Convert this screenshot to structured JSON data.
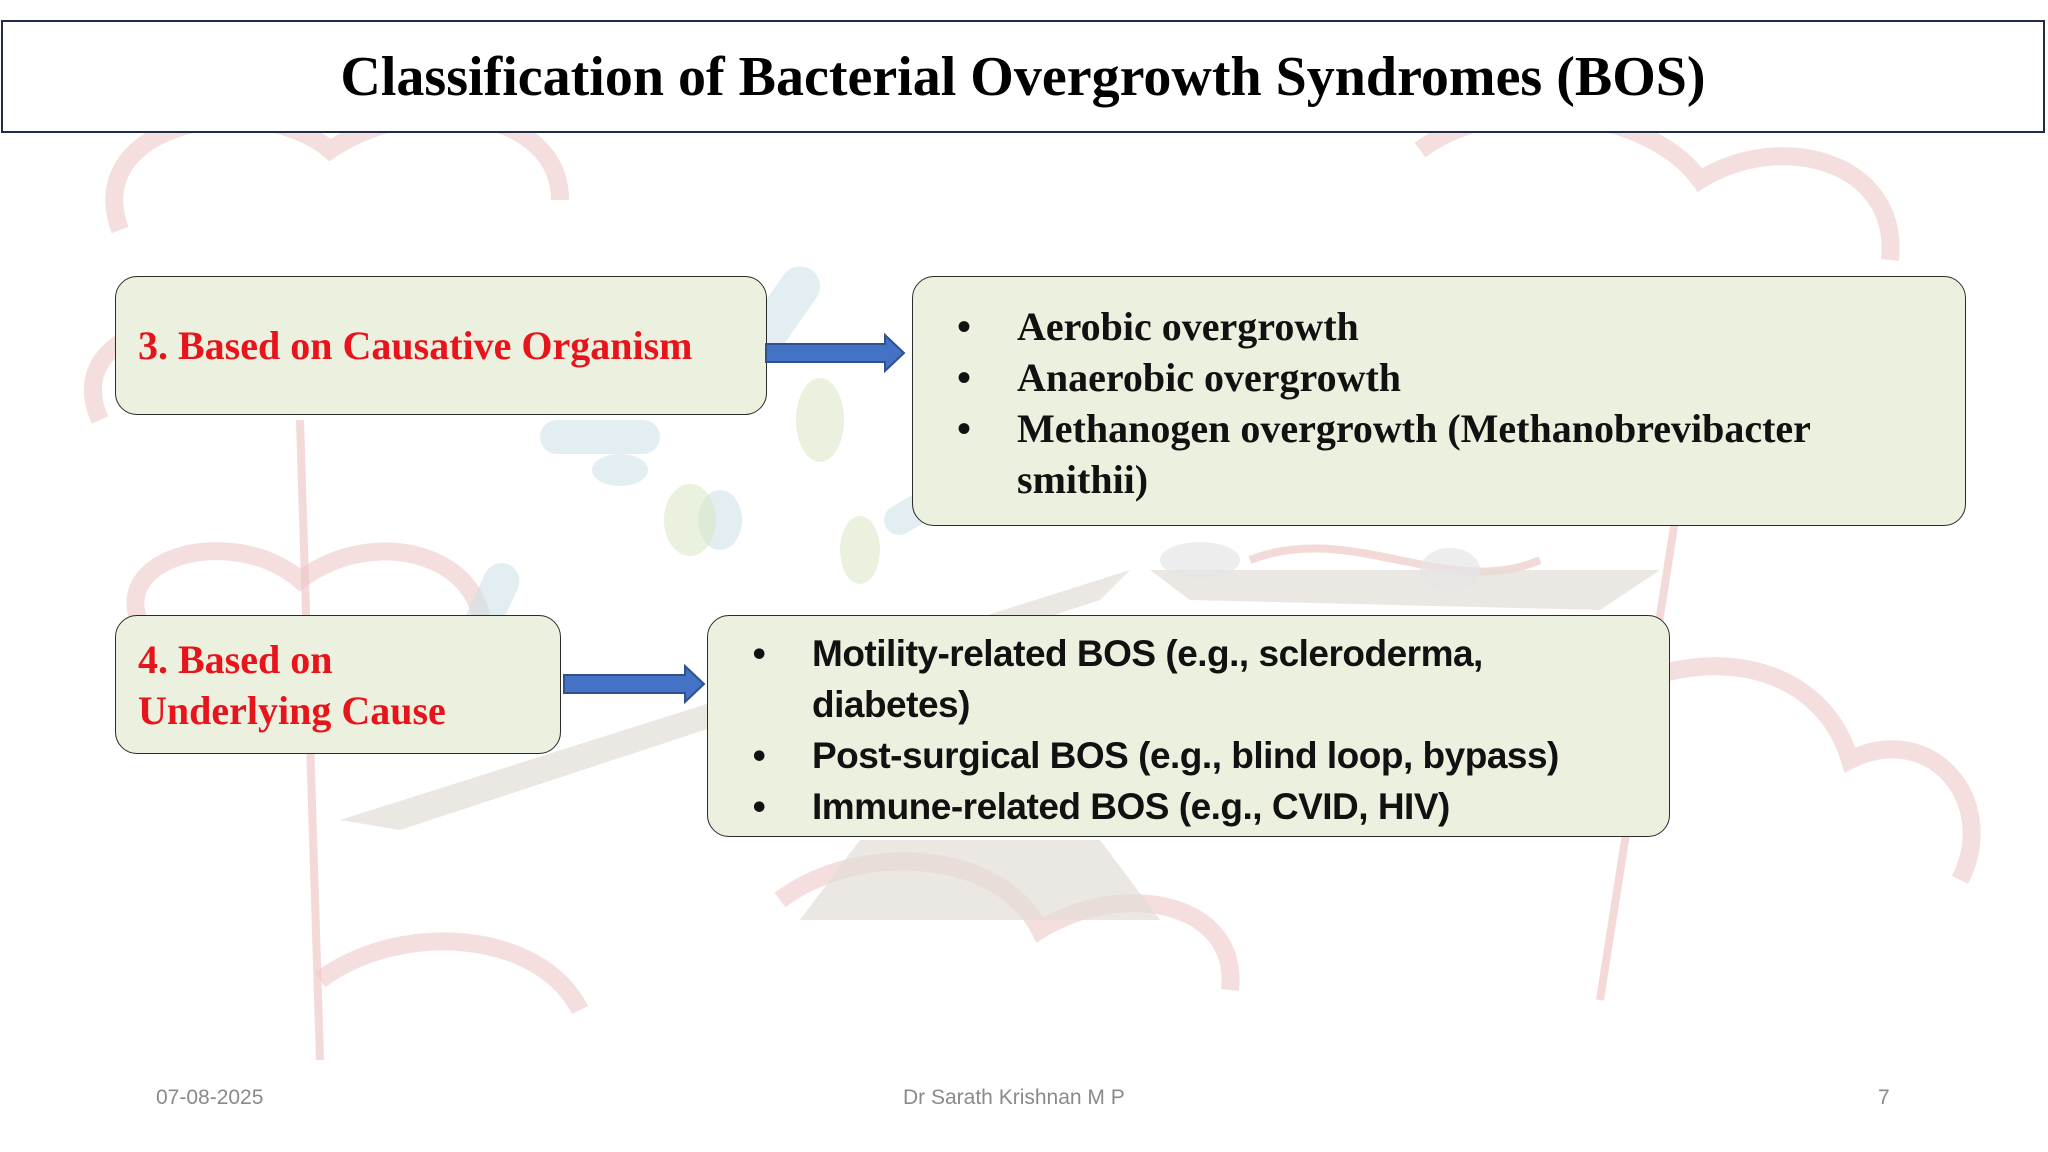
{
  "title": "Classification of Bacterial Overgrowth Syndromes (BOS)",
  "sections": [
    {
      "label": "3. Based on Causative Organism",
      "items": [
        "Aerobic overgrowth",
        "Anaerobic overgrowth",
        "Methanogen overgrowth (Methanobrevibacter smithii)"
      ]
    },
    {
      "label_lines": [
        "4. Based on",
        "Underlying Cause"
      ],
      "items": [
        "Motility-related BOS (e.g., scleroderma, diabetes)",
        "Post-surgical BOS (e.g., blind loop, bypass)",
        "Immune-related BOS (e.g., CVID, HIV)"
      ]
    }
  ],
  "bullet_char": "•",
  "footer": {
    "date": "07-08-2025",
    "author": "Dr Sarath Krishnan M P",
    "page": "7"
  },
  "colors": {
    "box_fill": "#ebf1de",
    "label_text": "#e8141c",
    "arrow_fill": "#4472c4",
    "title_border": "#1f2d4a"
  }
}
